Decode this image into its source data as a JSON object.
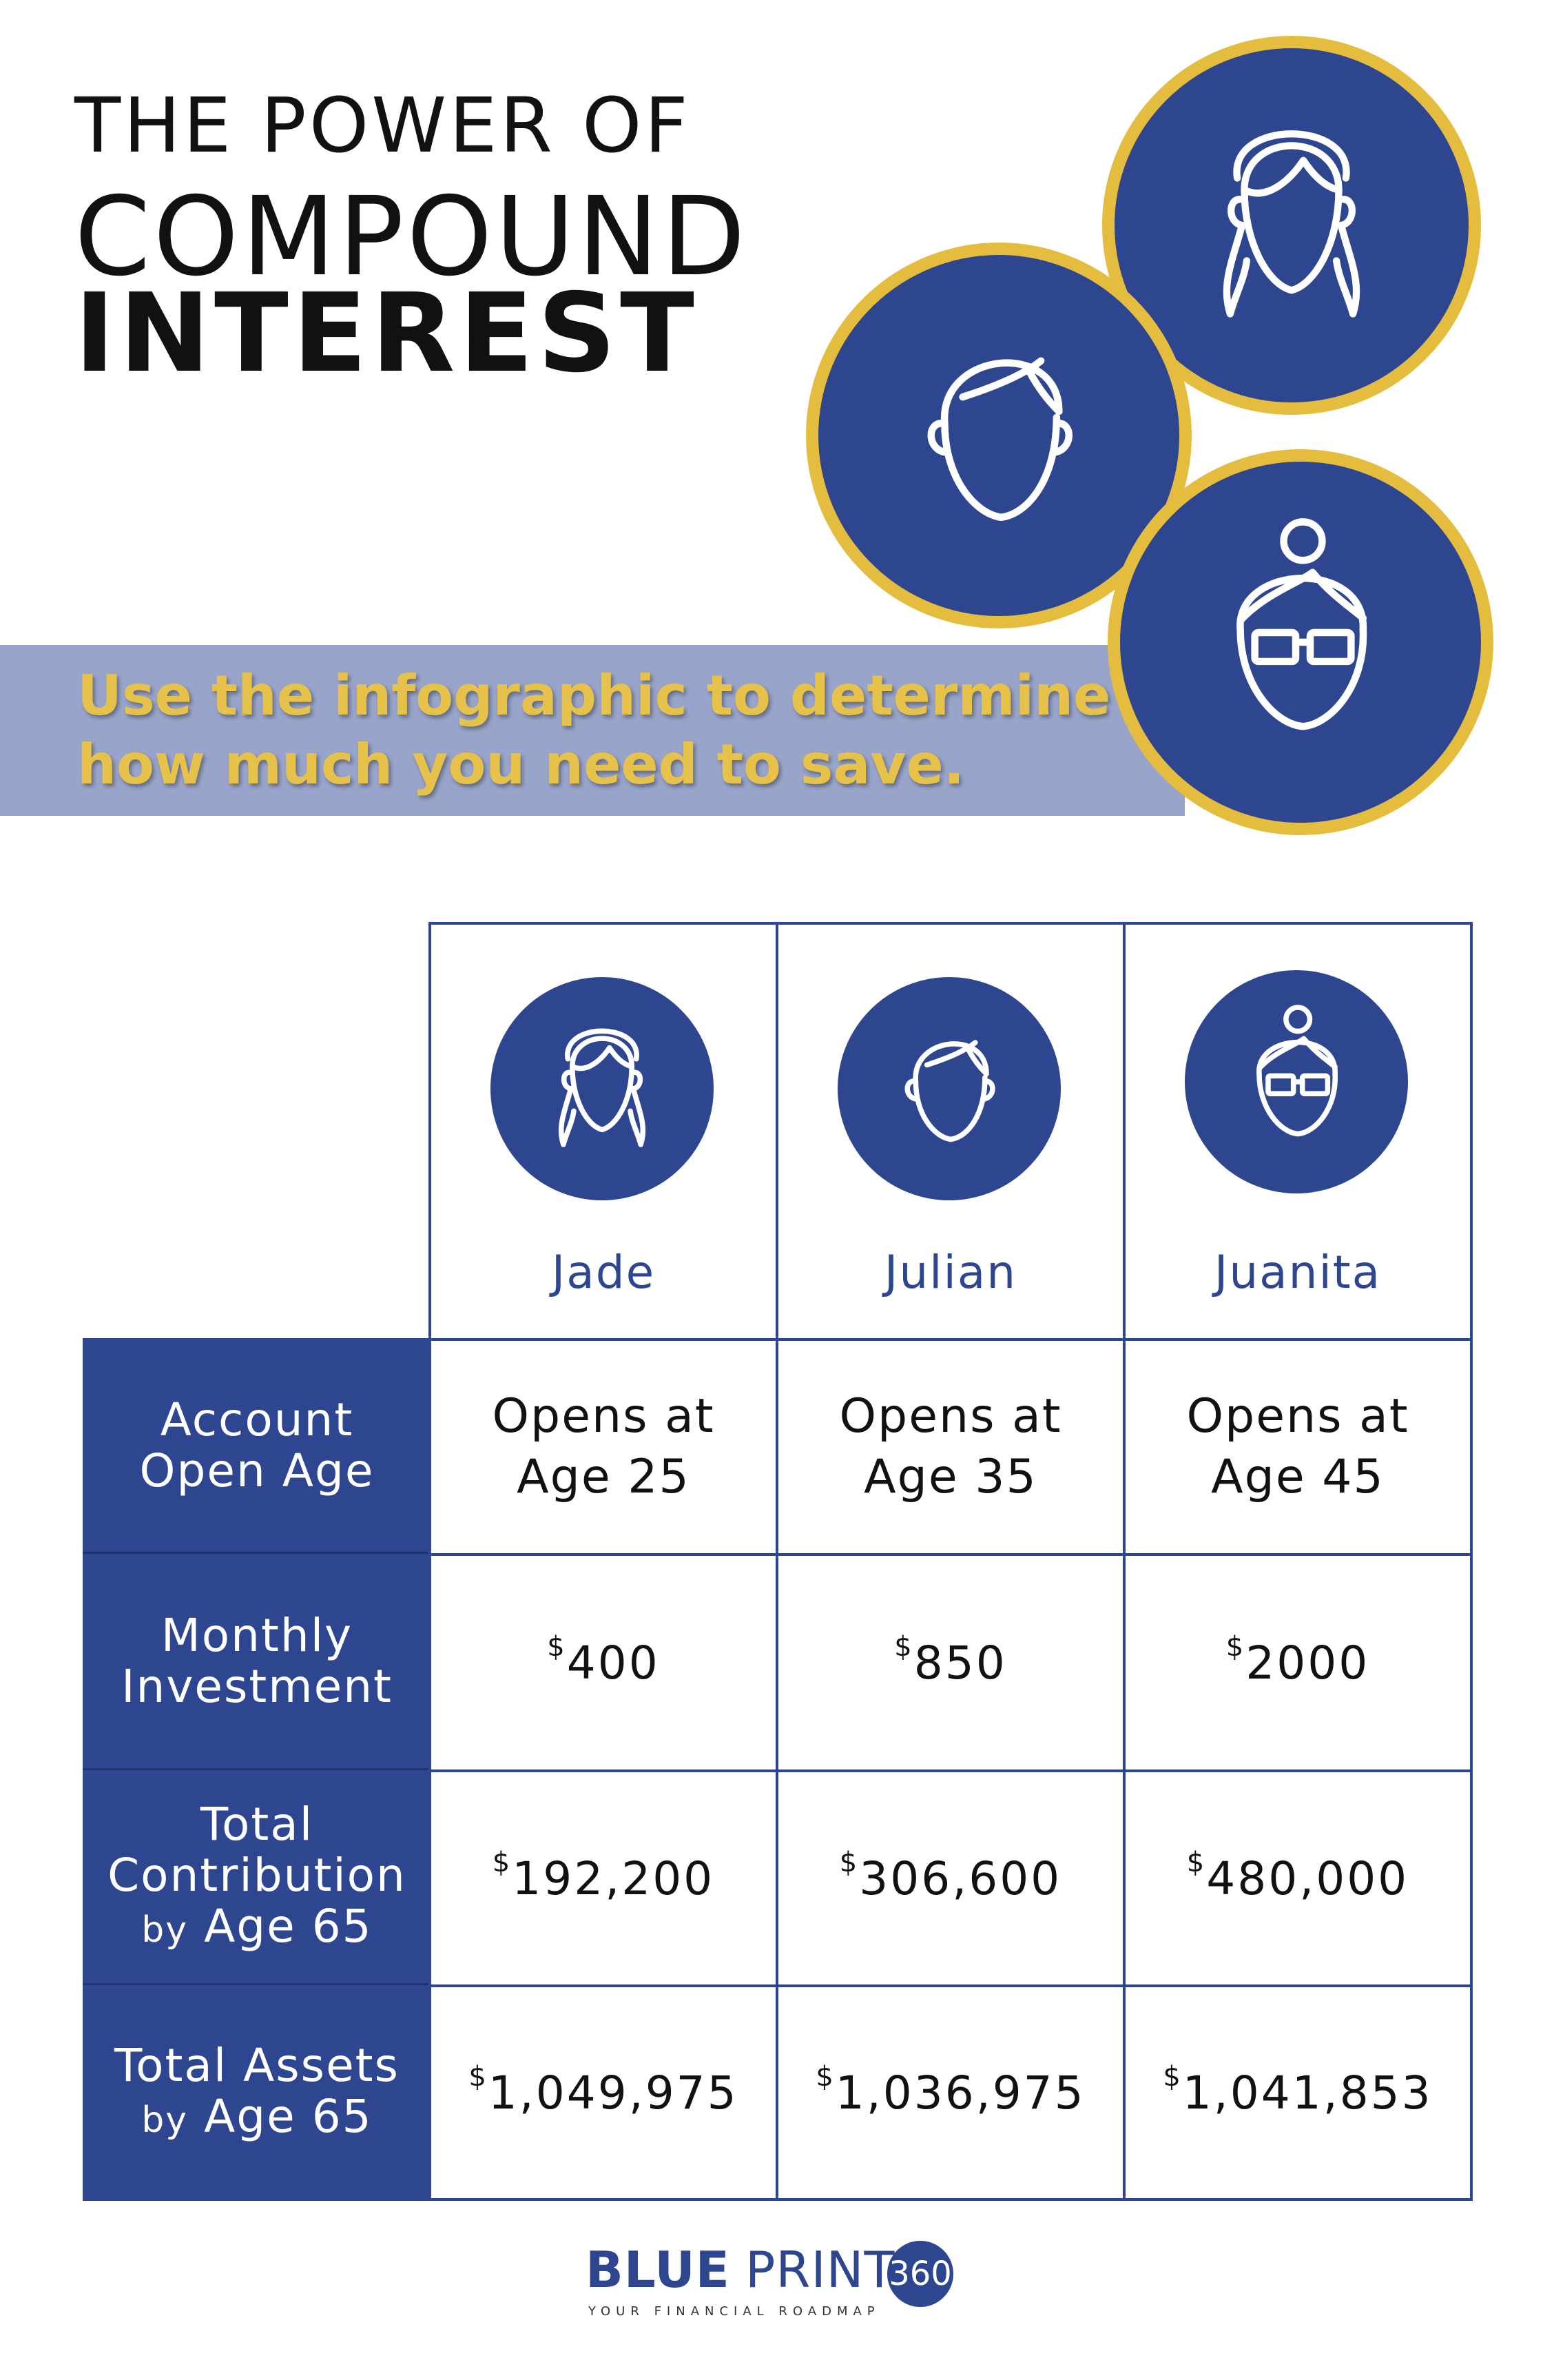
{
  "header": {
    "line1": "THE POWER OF",
    "line2": "COMPOUND",
    "line3": "INTEREST"
  },
  "banner": {
    "text": "Use the infographic to determine how much you need to save."
  },
  "people": [
    {
      "name": "Jade"
    },
    {
      "name": "Julian"
    },
    {
      "name": "Juanita"
    }
  ],
  "rows": [
    {
      "label_lines": [
        "Account",
        "Open Age"
      ],
      "values": [
        [
          "Opens at",
          "Age 25"
        ],
        [
          "Opens at",
          "Age 35"
        ],
        [
          "Opens at",
          "Age 45"
        ]
      ]
    },
    {
      "label_lines": [
        "Monthly",
        "Investment"
      ],
      "values": [
        "400",
        "850",
        "2000"
      ]
    },
    {
      "label_lines": [
        "Total",
        "Contribution"
      ],
      "label_small": "by",
      "label_tail": "Age 65",
      "values": [
        "192,200",
        "306,600",
        "480,000"
      ]
    },
    {
      "label_lines": [
        "Total Assets"
      ],
      "label_small": "by",
      "label_tail": "Age 65",
      "values": [
        "1,049,975",
        "1,036,975",
        "1,041,853"
      ]
    }
  ],
  "currency_symbol": "$",
  "logo": {
    "blue": "BLUE",
    "print": "PRINT",
    "number": "360",
    "tagline": "YOUR FINANCIAL ROADMAP"
  },
  "colors": {
    "navy": "#2e4690",
    "gold": "#e4bc3e",
    "band": "#98a4c9"
  },
  "icons": [
    "girl-pigtails-icon",
    "boy-icon",
    "woman-bun-glasses-icon"
  ]
}
